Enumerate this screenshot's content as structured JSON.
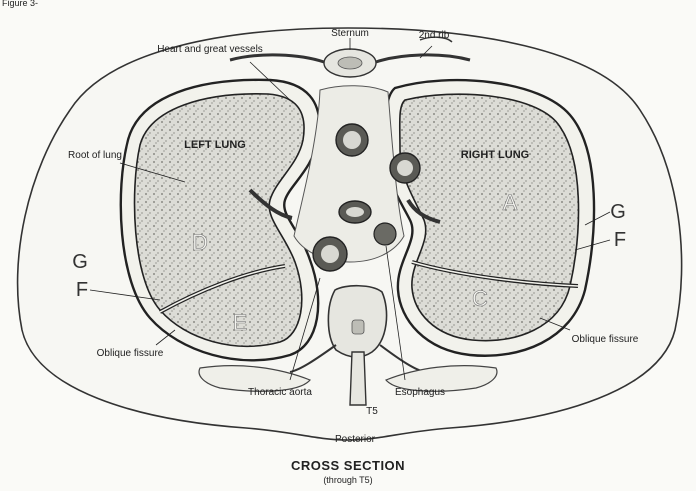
{
  "figure": {
    "header_fragment": "Figure 3-",
    "title": "CROSS SECTION",
    "subtitle": "(through T5)",
    "labels": {
      "sternum": "Sternum",
      "rib": "2nd rib",
      "heart": "Heart and great vessels",
      "root_of_lung": "Root of lung",
      "left_lung": "LEFT LUNG",
      "right_lung": "RIGHT LUNG",
      "oblique_fissure_left": "Oblique fissure",
      "oblique_fissure_right": "Oblique fissure",
      "thoracic_aorta": "Thoracic aorta",
      "esophagus": "Esophagus",
      "t5": "T5",
      "posterior": "Posterior"
    },
    "letters": {
      "a": "A",
      "c": "C",
      "d": "D",
      "e": "E",
      "f_left": "F",
      "g_left": "G",
      "f_right": "F",
      "g_right": "G"
    }
  }
}
